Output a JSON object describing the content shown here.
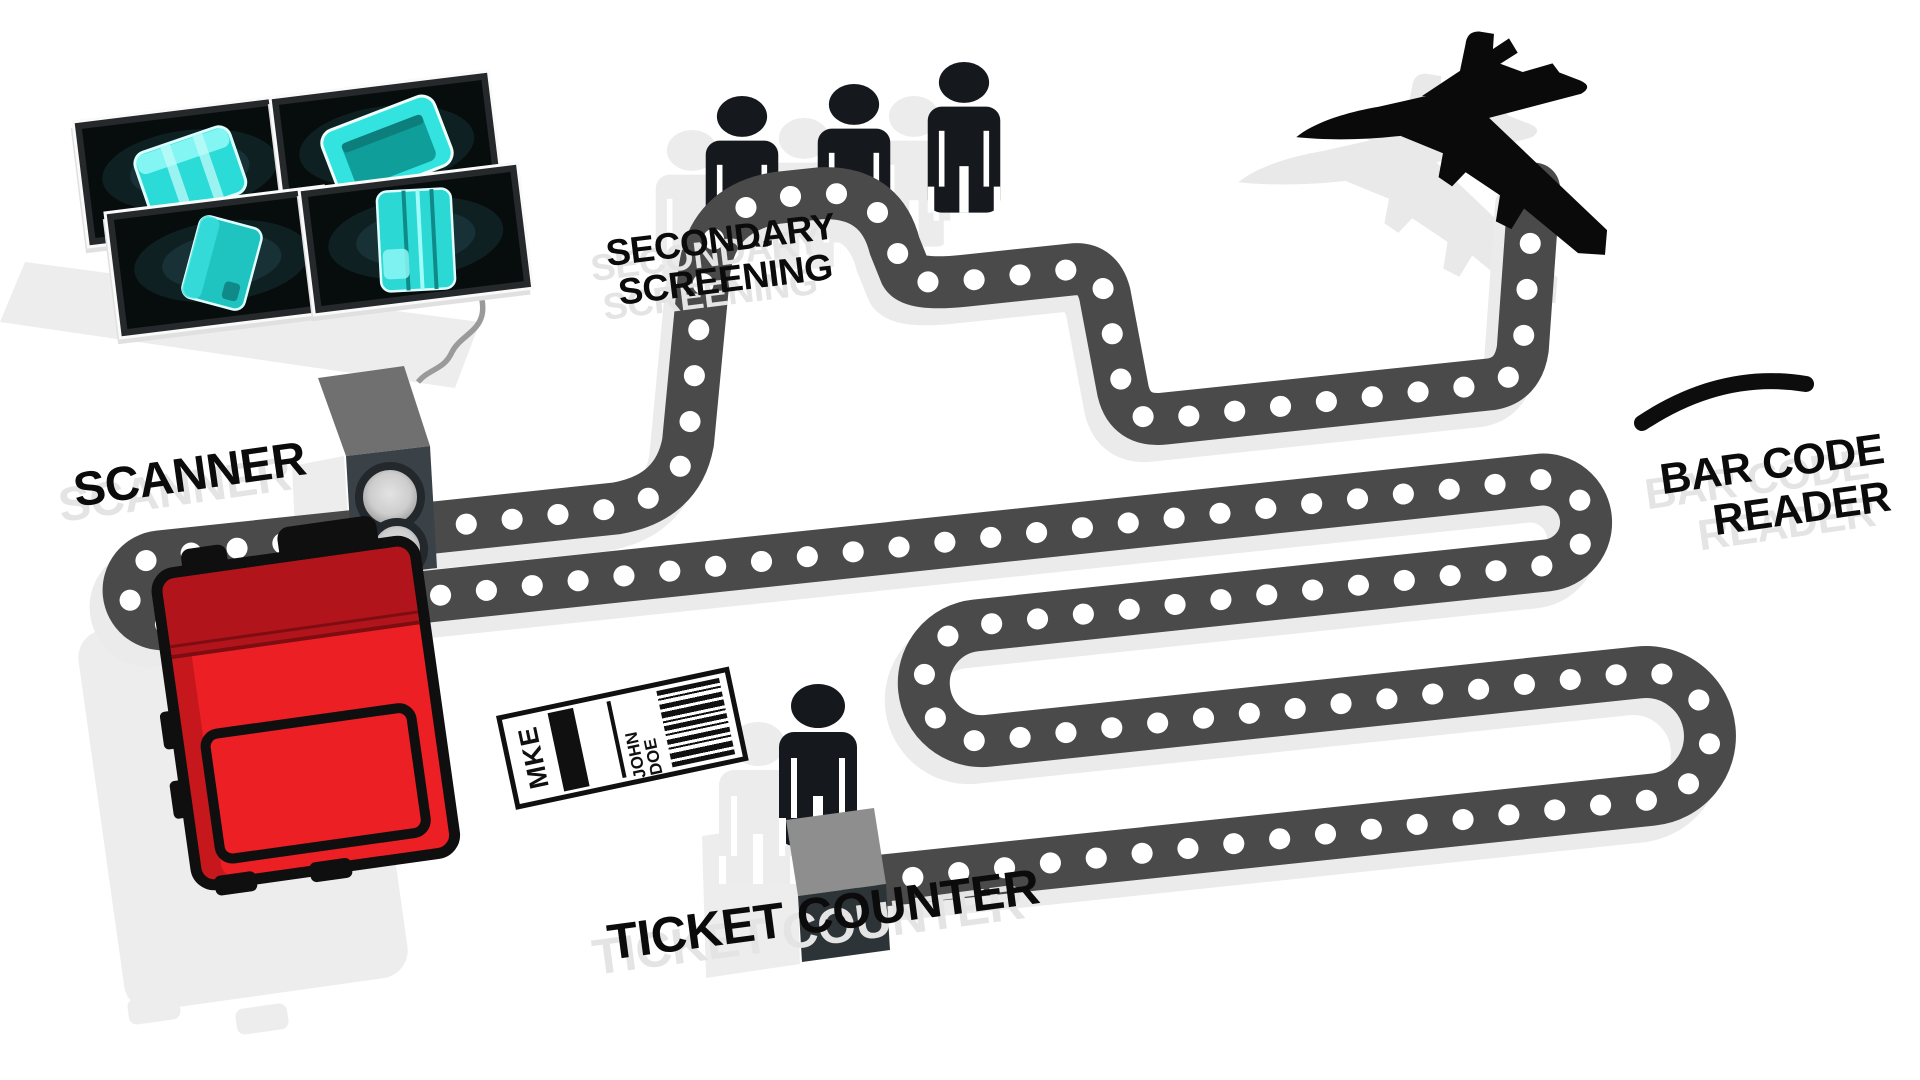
{
  "labels": {
    "scanner": "SCANNER",
    "secondary_screening_line1": "SECONDARY",
    "secondary_screening_line2": "SCREENING",
    "bar_code_reader_line1": "BAR CODE",
    "bar_code_reader_line2": "READER",
    "ticket_counter": "TICKET COUNTER"
  },
  "luggage_tag": {
    "airport_code": "MKE",
    "passenger_name": "JOHN DOE"
  },
  "people": {
    "secondary_screening_count": 3,
    "ticket_counter_count": 1
  },
  "monitors": {
    "count": 4,
    "screens": [
      "suitcase-xray",
      "open-bag-xray",
      "tilted-case-xray",
      "garment-bag-xray"
    ]
  },
  "icons": {
    "airplane": "airplane-silhouette-icon",
    "person": "passenger-icon",
    "conveyor": "conveyor-belt-path",
    "scanner_device": "xray-scanner-icon",
    "monitor": "xray-monitor-icon",
    "suitcase": "red-suitcase-icon",
    "counter_desk": "ticket-counter-desk-icon",
    "scan_beam": "barcode-scan-beam-icon"
  },
  "colors": {
    "belt": "#4a4a4a",
    "belt_dots": "#ffffff",
    "xray_cyan": "#2fdeda",
    "suitcase_red": "#ec1f24",
    "label_black": "#0b0b0b",
    "shadow_gray": "#ebebeb",
    "background": "#ffffff"
  }
}
